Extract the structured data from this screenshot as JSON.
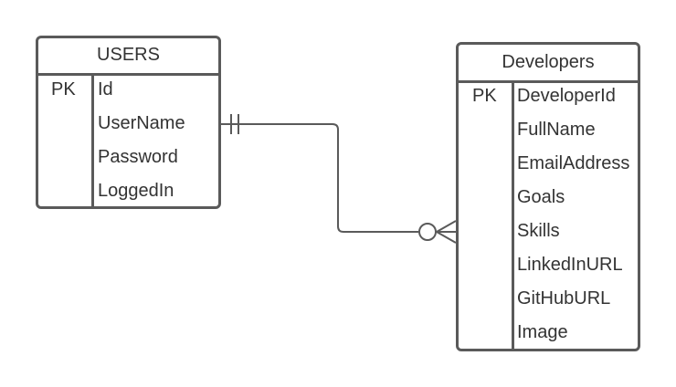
{
  "users_entity": {
    "title": "USERS",
    "pk_label": "PK",
    "attributes": [
      "Id",
      "UserName",
      "Password",
      "LoggedIn"
    ]
  },
  "developers_entity": {
    "title": "Developers",
    "pk_label": "PK",
    "attributes": [
      "DeveloperId",
      "FullName",
      "EmailAddress",
      "Goals",
      "Skills",
      "LinkedInURL",
      "GitHubURL",
      "Image"
    ]
  },
  "relationship": {
    "from_entity": "USERS",
    "from_attribute": "UserName",
    "from_cardinality": "one-and-only-one",
    "to_entity": "Developers",
    "to_attribute": "Skills",
    "to_cardinality": "zero-or-many"
  },
  "colors": {
    "line": "#5a5a5a",
    "text": "#333333",
    "background": "#ffffff"
  }
}
